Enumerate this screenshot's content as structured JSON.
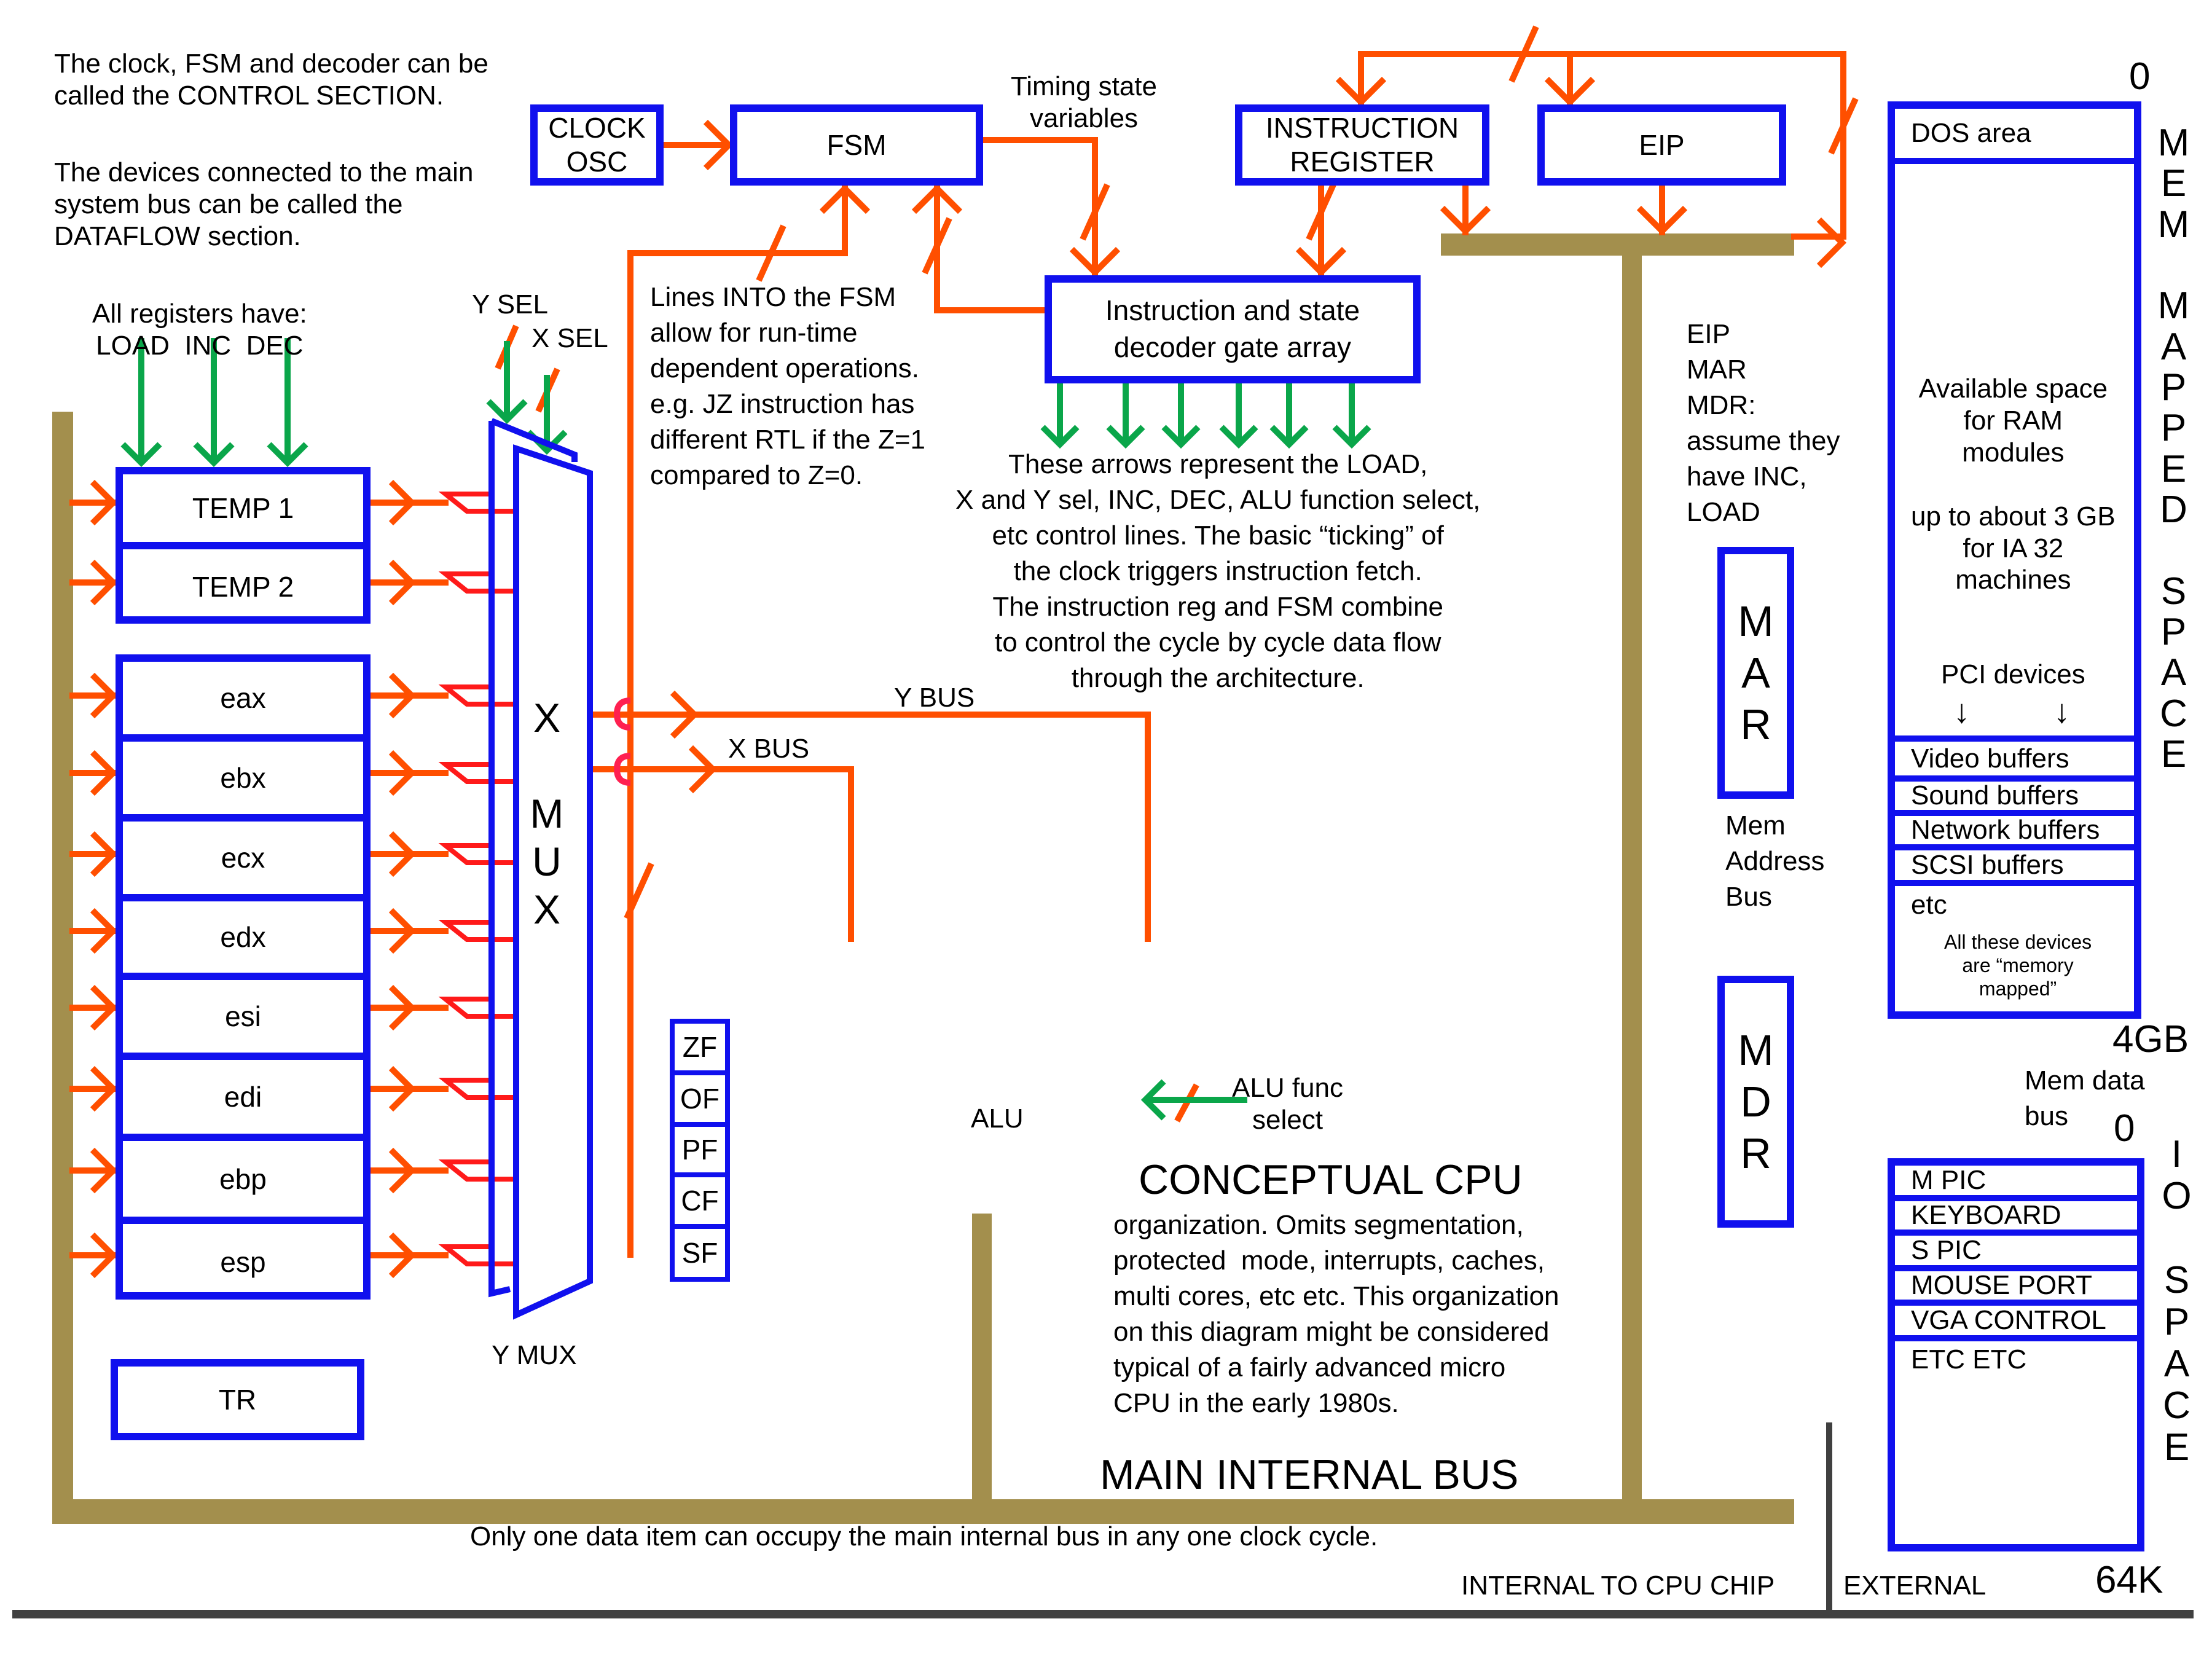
{
  "notes": {
    "control_section": "The clock, FSM and decoder can be\ncalled the CONTROL SECTION.",
    "dataflow_section": "The devices connected to the main\nsystem bus can be called the\nDATAFLOW section.",
    "registers_have": "All registers have:\nLOAD  INC  DEC",
    "timing_state": "Timing state\nvariables",
    "lines_into_fsm": "Lines INTO the FSM\nallow for run-time\ndependent operations.\ne.g. JZ instruction has\ndifferent RTL if the Z=1\ncompared to Z=0.",
    "control_lines": "These arrows represent the LOAD,\nX and Y sel, INC, DEC, ALU function select,\netc control lines. The basic “ticking” of\nthe clock triggers instruction fetch.\nThe instruction reg and FSM combine\nto control the cycle by cycle data flow\nthrough the architecture.",
    "eip_mar_mdr": "EIP\nMAR\nMDR:\nassume they\nhave INC,\nLOAD",
    "conceptual_title": "CONCEPTUAL CPU",
    "conceptual_body": "organization. Omits segmentation,\nprotected  mode, interrupts, caches,\nmulti cores, etc etc. This organization\non this diagram might be considered\ntypical of a fairly advanced micro\nCPU in the early 1980s.",
    "main_bus": "MAIN INTERNAL BUS",
    "one_item": "Only one data item can occupy the main internal bus in any one clock cycle.",
    "internal": "INTERNAL TO CPU CHIP",
    "external": "EXTERNAL"
  },
  "control": {
    "clock": "CLOCK\nOSC",
    "fsm": "FSM",
    "instruction_register": "INSTRUCTION\nREGISTER",
    "eip": "EIP",
    "decoder": "Instruction and state\ndecoder gate array"
  },
  "registers": {
    "temps": [
      "TEMP 1",
      "TEMP 2"
    ],
    "general": [
      "eax",
      "ebx",
      "ecx",
      "edx",
      "esi",
      "edi",
      "ebp",
      "esp"
    ],
    "tr": "TR"
  },
  "mux": {
    "label": "X\n\nM\nU\nX",
    "y_sel": "Y SEL",
    "x_sel": "X SEL",
    "y_mux": "Y MUX",
    "y_bus": "Y BUS",
    "x_bus": "X BUS"
  },
  "alu": {
    "label": "ALU",
    "func_select": "ALU func\nselect",
    "flags": [
      "ZF",
      "OF",
      "PF",
      "CF",
      "SF"
    ]
  },
  "memory_interface": {
    "mar": "M\nA\nR",
    "mdr": "M\nD\nR",
    "mem_address_bus": "Mem\nAddress\nBus",
    "mem_data_bus": "Mem data\nbus"
  },
  "memory_map": {
    "start": "0",
    "end": "4GB",
    "side_label": "M\nE\nM\n\nM\nA\nP\nP\nE\nD\n\nS\nP\nA\nC\nE",
    "dos_area": "DOS area",
    "available": "Available space\nfor RAM\nmodules\n\nup to about 3 GB\nfor IA 32\nmachines",
    "pci": "PCI devices",
    "buffers": [
      "Video buffers",
      "Sound buffers",
      "Network buffers",
      "SCSI buffers"
    ],
    "etc": "etc",
    "mapped_note": "All these devices\nare “memory\nmapped”"
  },
  "io_map": {
    "start": "0",
    "end": "64K",
    "side_label": "I\nO\n\nS\nP\nA\nC\nE",
    "devices": [
      "M PIC",
      "KEYBOARD",
      "S PIC",
      "MOUSE PORT",
      "VGA CONTROL"
    ],
    "etc": "ETC ETC"
  },
  "colors": {
    "box_border": "#1010ee",
    "wire": "#ff4f00",
    "control_line": "#0aa64a",
    "bus": "#a38f4d",
    "divider": "#404040",
    "mux_tick": "#ff1a1a",
    "crossover": "#ff2050"
  }
}
